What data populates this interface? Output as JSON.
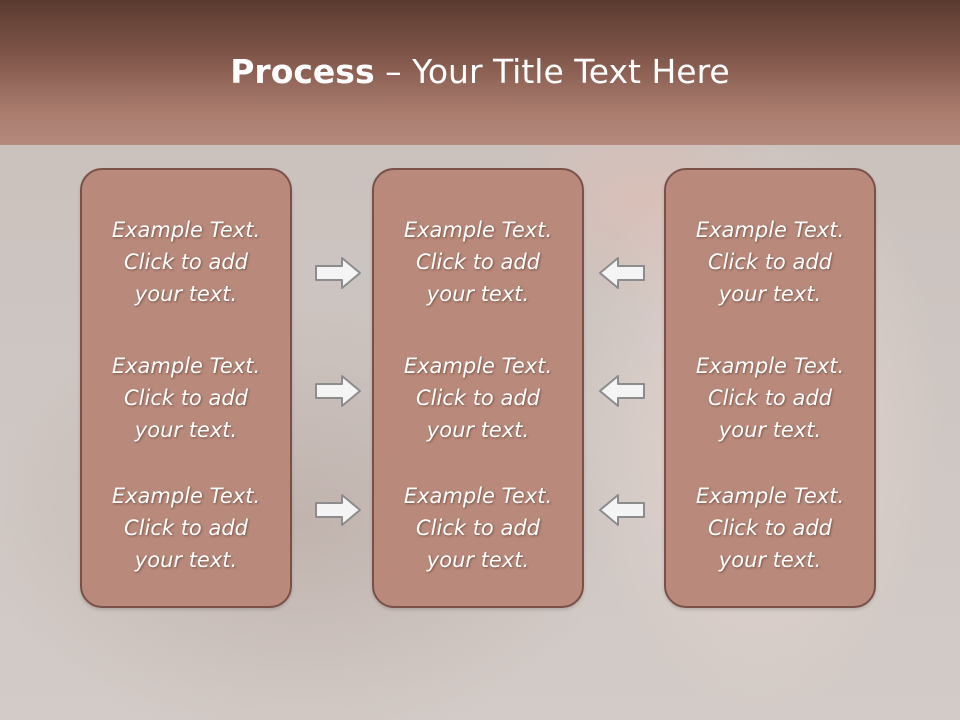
{
  "slide": {
    "title_bold": "Process",
    "title_sep": "–",
    "title_rest": "Your Title Text Here"
  },
  "columns": [
    {
      "entries": [
        {
          "line1": "Example Text.",
          "line2": "Click  to add",
          "line3": "your text."
        },
        {
          "line1": "Example Text.",
          "line2": "Click  to add",
          "line3": "your text."
        },
        {
          "line1": "Example Text.",
          "line2": "Click  to add",
          "line3": "your text."
        }
      ]
    },
    {
      "entries": [
        {
          "line1": "Example Text.",
          "line2": "Click  to add",
          "line3": "your text."
        },
        {
          "line1": "Example Text.",
          "line2": "Click  to add",
          "line3": "your text."
        },
        {
          "line1": "Example Text.",
          "line2": "Click  to add",
          "line3": "your text."
        }
      ]
    },
    {
      "entries": [
        {
          "line1": "Example Text.",
          "line2": "Click  to add",
          "line3": "your text."
        },
        {
          "line1": "Example Text.",
          "line2": "Click  to add",
          "line3": "your text."
        },
        {
          "line1": "Example Text.",
          "line2": "Click  to add",
          "line3": "your text."
        }
      ]
    }
  ],
  "icons": {
    "left_arrows": "arrow-right-icon",
    "right_arrows": "arrow-left-icon"
  },
  "colors": {
    "header_dark": "#5a3a30",
    "header_light": "#b58a7c",
    "box_fill": "#b98a7b",
    "box_border": "#7a5148",
    "text": "#ffffff"
  }
}
